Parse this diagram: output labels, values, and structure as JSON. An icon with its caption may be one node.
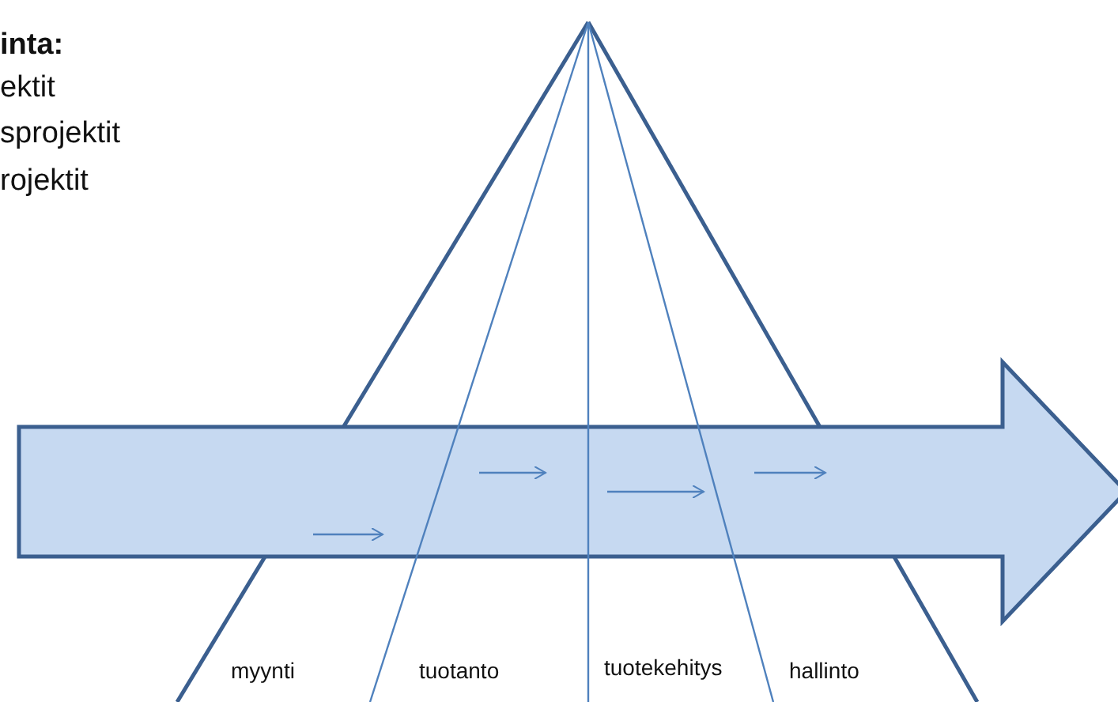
{
  "diagram": {
    "labels": [
      "inta:",
      "ektit",
      "sprojektit",
      "rojektit",
      "myynti",
      "tuotanto",
      "tuotekehitys",
      "hallinto"
    ]
  }
}
